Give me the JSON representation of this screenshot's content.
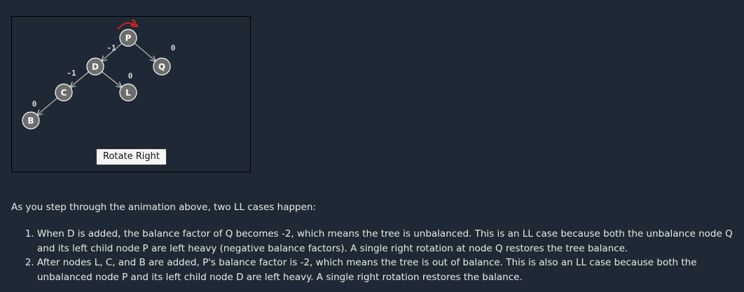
{
  "tree": {
    "nodes": [
      {
        "id": "P",
        "label": "P",
        "balance_factor": "-2",
        "highlight": true
      },
      {
        "id": "D",
        "label": "D",
        "balance_factor": "-1",
        "highlight": false
      },
      {
        "id": "Q",
        "label": "Q",
        "balance_factor": "0",
        "highlight": false
      },
      {
        "id": "C",
        "label": "C",
        "balance_factor": "-1",
        "highlight": false
      },
      {
        "id": "L",
        "label": "L",
        "balance_factor": "0",
        "highlight": false
      },
      {
        "id": "B",
        "label": "B",
        "balance_factor": "0",
        "highlight": false
      }
    ],
    "edges": [
      [
        "P",
        "D"
      ],
      [
        "P",
        "Q"
      ],
      [
        "D",
        "C"
      ],
      [
        "D",
        "L"
      ],
      [
        "C",
        "B"
      ]
    ],
    "colors": {
      "node_fill": "#6d6d6d",
      "node_stroke": "#ffffff",
      "edge": "#bdbdbd",
      "highlight": "#e0201e"
    }
  },
  "controls": {
    "rotate_label": "Rotate Right"
  },
  "explanation": {
    "intro": "As you step through the animation above, two LL cases happen:",
    "steps": [
      "When D is added, the balance factor of Q becomes -2, which means the tree is unbalanced. This is an LL case because both the unbalance node Q and its left child node P are left heavy (negative balance factors). A single right rotation at node Q restores the tree balance.",
      "After nodes L, C, and B are added, P's balance factor is -2, which means the tree is out of balance. This is also an LL case because both the unbalanced node P and its left child node D are left heavy. A single right rotation restores the balance."
    ]
  }
}
